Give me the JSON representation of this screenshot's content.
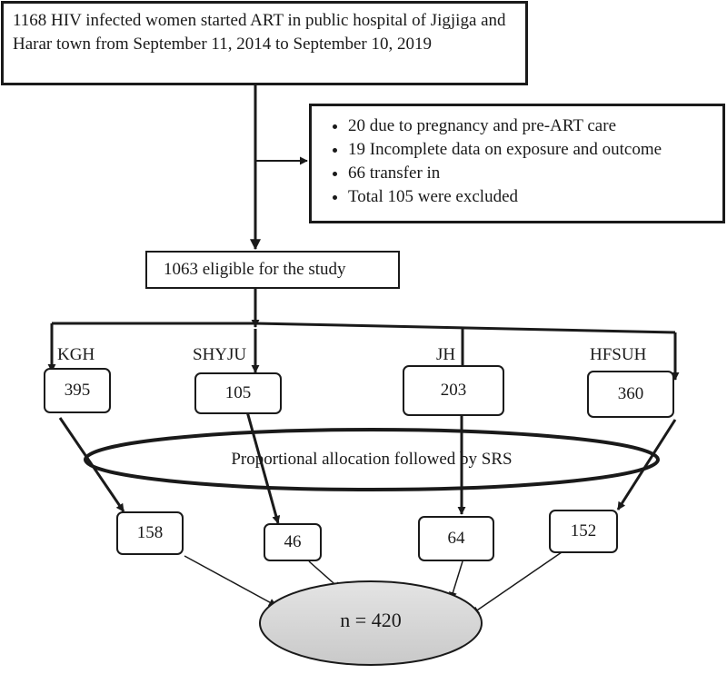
{
  "top_box": {
    "text": "1168 HIV infected women started ART in public hospital of Jigjiga and Harar town from September 11, 2014 to September 10, 2019"
  },
  "exclusions": {
    "items": [
      "20 due to pregnancy and pre-ART care",
      "19 Incomplete data on exposure and outcome",
      "66 transfer in",
      "Total 105 were excluded"
    ]
  },
  "eligible": {
    "text": "1063 eligible for the study"
  },
  "hospitals": [
    {
      "name": "KGH",
      "total": "395",
      "sample": "158"
    },
    {
      "name": "SHYJU",
      "total": "105",
      "sample": "46"
    },
    {
      "name": "JH",
      "total": "203",
      "sample": "64"
    },
    {
      "name": "HFSUH",
      "total": "360",
      "sample": "152"
    }
  ],
  "allocation": {
    "text": "Proportional allocation followed by SRS"
  },
  "result": {
    "text": "n = 420"
  }
}
